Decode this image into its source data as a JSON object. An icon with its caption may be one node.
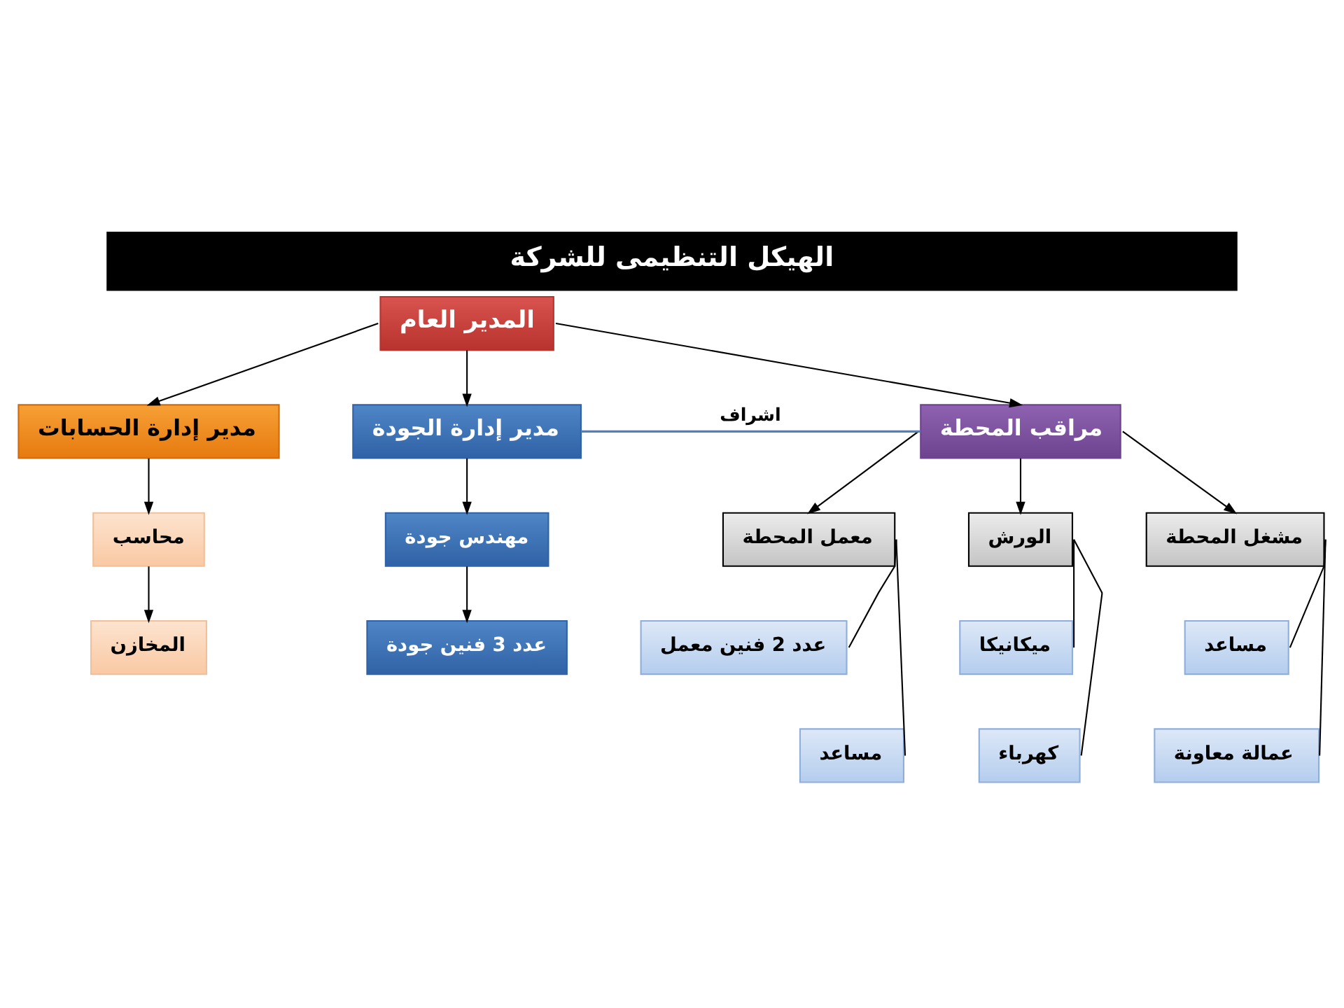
{
  "diagram": {
    "title": "الهيكل التنظيمى للشركة",
    "nodes": [
      {
        "text": [
          "المدير العام"
        ]
      },
      {
        "text": [
          "مراقب المحطة"
        ]
      },
      {
        "text": [
          "مدير إدارة الجودة"
        ]
      },
      {
        "text": [
          "مدير إدارة الحسابات"
        ]
      },
      {
        "text": [
          "مشغل المحطة"
        ]
      },
      {
        "text": [
          "الورش"
        ]
      },
      {
        "text": [
          "معمل المحطة"
        ]
      },
      {
        "text": [
          "مهندس جودة"
        ]
      },
      {
        "text": [
          "محاسب"
        ]
      },
      {
        "text": [
          "مساعد"
        ]
      },
      {
        "text": [
          "ميكانيكا"
        ]
      },
      {
        "text": [
          "عدد 2 فنين معمل"
        ]
      },
      {
        "text": [
          "عدد 3 فنين جودة"
        ]
      },
      {
        "text": [
          "المخازن"
        ]
      },
      {
        "text": [
          "عمالة معاونة"
        ]
      },
      {
        "text": [
          "كهرباء"
        ]
      },
      {
        "text": [
          "مساعد"
        ]
      }
    ],
    "edges": [
      {
        "from": 0,
        "to": 1,
        "arrow": "to"
      },
      {
        "from": 0,
        "to": 2,
        "arrow": "to"
      },
      {
        "from": 0,
        "to": 3,
        "arrow": "to"
      },
      {
        "from": 2,
        "to": 1,
        "arrow": "none",
        "label": "اشراف",
        "color": "#4f81bd"
      },
      {
        "from": 1,
        "to": 4,
        "arrow": "to"
      },
      {
        "from": 1,
        "to": 5,
        "arrow": "to"
      },
      {
        "from": 1,
        "to": 6,
        "arrow": "to"
      },
      {
        "from": 2,
        "to": 7,
        "arrow": "to"
      },
      {
        "from": 3,
        "to": 8,
        "arrow": "to"
      },
      {
        "from": 7,
        "to": 12,
        "arrow": "to"
      },
      {
        "from": 8,
        "to": 13,
        "arrow": "to"
      },
      {
        "from": 4,
        "to": 9,
        "arrow": "none"
      },
      {
        "from": 4,
        "to": 14,
        "arrow": "none"
      },
      {
        "from": 5,
        "to": 10,
        "arrow": "none"
      },
      {
        "from": 5,
        "to": 15,
        "arrow": "none"
      },
      {
        "from": 6,
        "to": 11,
        "arrow": "none"
      },
      {
        "from": 6,
        "to": 16,
        "arrow": "none"
      }
    ]
  }
}
